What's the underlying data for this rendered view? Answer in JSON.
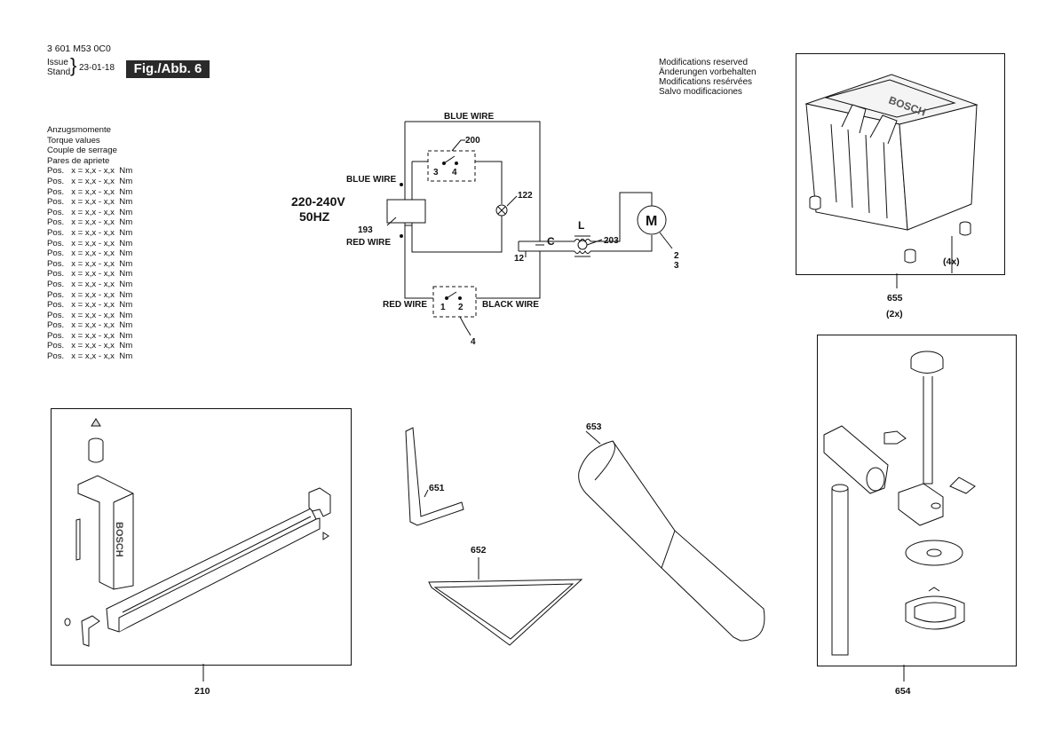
{
  "header": {
    "part_number": "3 601 M53 0C0",
    "issue_label": "Issue",
    "stand_label": "Stand",
    "date": "23-01-18",
    "fig_label": "Fig./Abb. 6"
  },
  "modifications": [
    "Modifications reserved",
    "Änderungen vorbehalten",
    "Modifications resérvées",
    "Salvo modificaciones"
  ],
  "torque": {
    "titles": [
      "Anzugsmomente",
      "Torque values",
      "Couple de serrage",
      "Pares de apriete"
    ],
    "rows": [
      "Pos.   x = x,x - x,x  Nm",
      "Pos.   x = x,x - x,x  Nm",
      "Pos.   x = x,x - x,x  Nm",
      "Pos.   x = x,x - x,x  Nm",
      "Pos.   x = x,x - x,x  Nm",
      "Pos.   x = x,x - x,x  Nm",
      "Pos.   x = x,x - x,x  Nm",
      "Pos.   x = x,x - x,x  Nm",
      "Pos.   x = x,x - x,x  Nm",
      "Pos.   x = x,x - x,x  Nm",
      "Pos.   x = x,x - x,x  Nm",
      "Pos.   x = x,x - x,x  Nm",
      "Pos.   x = x,x - x,x  Nm",
      "Pos.   x = x,x - x,x  Nm",
      "Pos.   x = x,x - x,x  Nm",
      "Pos.   x = x,x - x,x  Nm",
      "Pos.   x = x,x - x,x  Nm",
      "Pos.   x = x,x - x,x  Nm",
      "Pos.   x = x,x - x,x  Nm"
    ]
  },
  "wiring": {
    "voltage": "220-240V",
    "frequency": "50HZ",
    "blue_wire_top": "BLUE WIRE",
    "blue_wire_left": "BLUE WIRE",
    "red_wire_left": "RED WIRE",
    "red_wire_bottom": "RED WIRE",
    "black_wire": "BLACK WIRE",
    "motor": "M",
    "inductor": "L",
    "capacitor": "C",
    "switch_top_1": "3",
    "switch_top_2": "4",
    "switch_bot_1": "1",
    "switch_bot_2": "2",
    "refs": {
      "r200": "200",
      "r122": "122",
      "r193": "193",
      "r203": "203",
      "r12": "12",
      "r2": "2",
      "r3": "3",
      "r4": "4"
    }
  },
  "parts": {
    "p655": "655",
    "p655_qty": "(2x)",
    "p655_screw_qty": "(4x)",
    "p654": "654",
    "p210": "210",
    "p651": "651",
    "p652": "652",
    "p653": "653",
    "brand": "BOSCH"
  }
}
